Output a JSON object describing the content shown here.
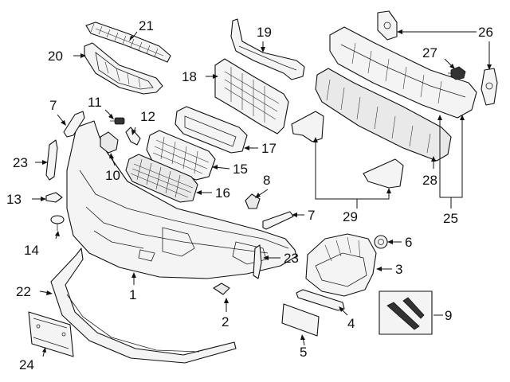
{
  "callouts": [
    {
      "id": "c1",
      "text": "1"
    },
    {
      "id": "c2",
      "text": "2"
    },
    {
      "id": "c3",
      "text": "3"
    },
    {
      "id": "c4",
      "text": "4"
    },
    {
      "id": "c5",
      "text": "5"
    },
    {
      "id": "c6",
      "text": "6"
    },
    {
      "id": "c7a",
      "text": "7"
    },
    {
      "id": "c7b",
      "text": "7"
    },
    {
      "id": "c8",
      "text": "8"
    },
    {
      "id": "c9",
      "text": "9"
    },
    {
      "id": "c10",
      "text": "10"
    },
    {
      "id": "c11",
      "text": "11"
    },
    {
      "id": "c12",
      "text": "12"
    },
    {
      "id": "c13",
      "text": "13"
    },
    {
      "id": "c14",
      "text": "14"
    },
    {
      "id": "c15",
      "text": "15"
    },
    {
      "id": "c16",
      "text": "16"
    },
    {
      "id": "c17",
      "text": "17"
    },
    {
      "id": "c18",
      "text": "18"
    },
    {
      "id": "c19",
      "text": "19"
    },
    {
      "id": "c20",
      "text": "20"
    },
    {
      "id": "c21",
      "text": "21"
    },
    {
      "id": "c22",
      "text": "22"
    },
    {
      "id": "c23a",
      "text": "23"
    },
    {
      "id": "c23b",
      "text": "23"
    },
    {
      "id": "c24",
      "text": "24"
    },
    {
      "id": "c25",
      "text": "25"
    },
    {
      "id": "c26",
      "text": "26"
    },
    {
      "id": "c27",
      "text": "27"
    },
    {
      "id": "c28",
      "text": "28"
    },
    {
      "id": "c29",
      "text": "29"
    }
  ]
}
